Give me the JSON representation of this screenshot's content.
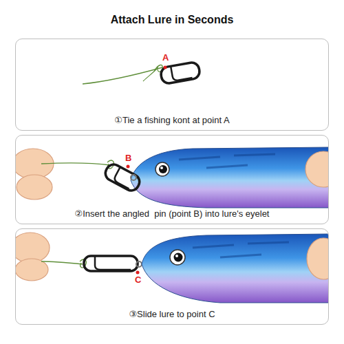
{
  "diagram": {
    "title": "Attach Lure in Seconds",
    "nodes": [
      {
        "text": [
          "①Tie a fishing kont at point A"
        ]
      },
      {
        "text": [
          "②Insert the angled  pin (point B) into lure's eyelet"
        ]
      },
      {
        "text": [
          "③Slide lure to point C"
        ]
      }
    ],
    "labels": [
      "A",
      "B",
      "C"
    ]
  }
}
